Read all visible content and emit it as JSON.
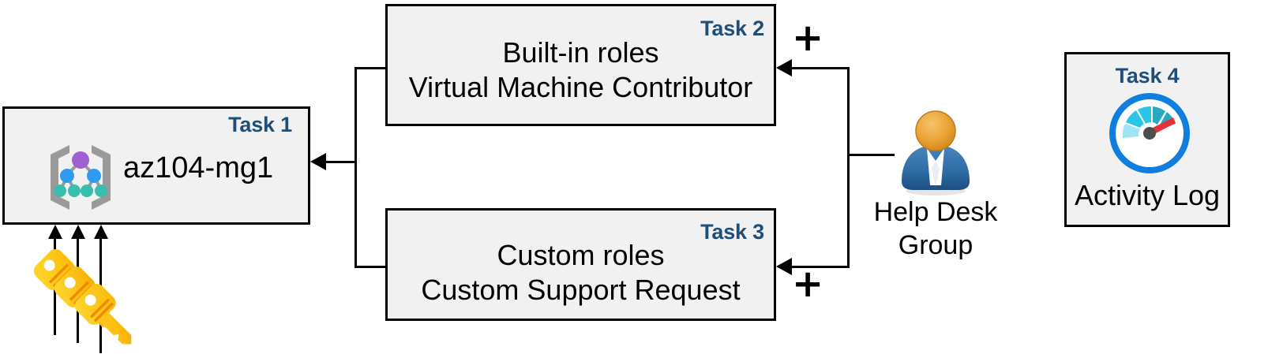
{
  "diagram": {
    "title": "Azure RBAC task diagram",
    "accent_color": "#1f4e79",
    "box_fill": "#f1f1f1",
    "box_border": "#000000"
  },
  "boxes": [
    {
      "id": "task1",
      "task_label": "Task 1",
      "lines": [
        "az104-mg1"
      ],
      "icon": "management-group-icon"
    },
    {
      "id": "task2",
      "task_label": "Task 2",
      "lines": [
        "Built-in roles",
        "Virtual Machine Contributor"
      ],
      "icon": ""
    },
    {
      "id": "task3",
      "task_label": "Task 3",
      "lines": [
        "Custom roles",
        "Custom Support Request"
      ],
      "icon": ""
    },
    {
      "id": "task4",
      "task_label": "Task 4",
      "lines": [
        "Activity Log"
      ],
      "icon": "activity-log-gauge-icon"
    }
  ],
  "actor": {
    "icon": "user-group-person-icon",
    "label_line1": "Help Desk",
    "label_line2": "Group"
  },
  "keys": {
    "icon": "keys-icon",
    "count": 3,
    "color_light": "#ffd328",
    "color_dark": "#f5a800"
  },
  "connectors": {
    "plus_top": "+",
    "plus_bottom": "+"
  },
  "icon_colors": {
    "mg_bracket": "#9a9a9a",
    "mg_root": "#a05fd3",
    "mg_mid": "#2f9bf0",
    "mg_leaf": "#38bdae",
    "gauge_ring": "#0f7ede",
    "gauge_arc_dark": "#2aa8bf",
    "gauge_arc_mid": "#29c6e8",
    "gauge_arc_light": "#9fe4f5",
    "gauge_needle": "#e8303a",
    "gauge_hub": "#4d4d4d",
    "person_head": "#e79b29",
    "person_body": "#2e6da4"
  }
}
